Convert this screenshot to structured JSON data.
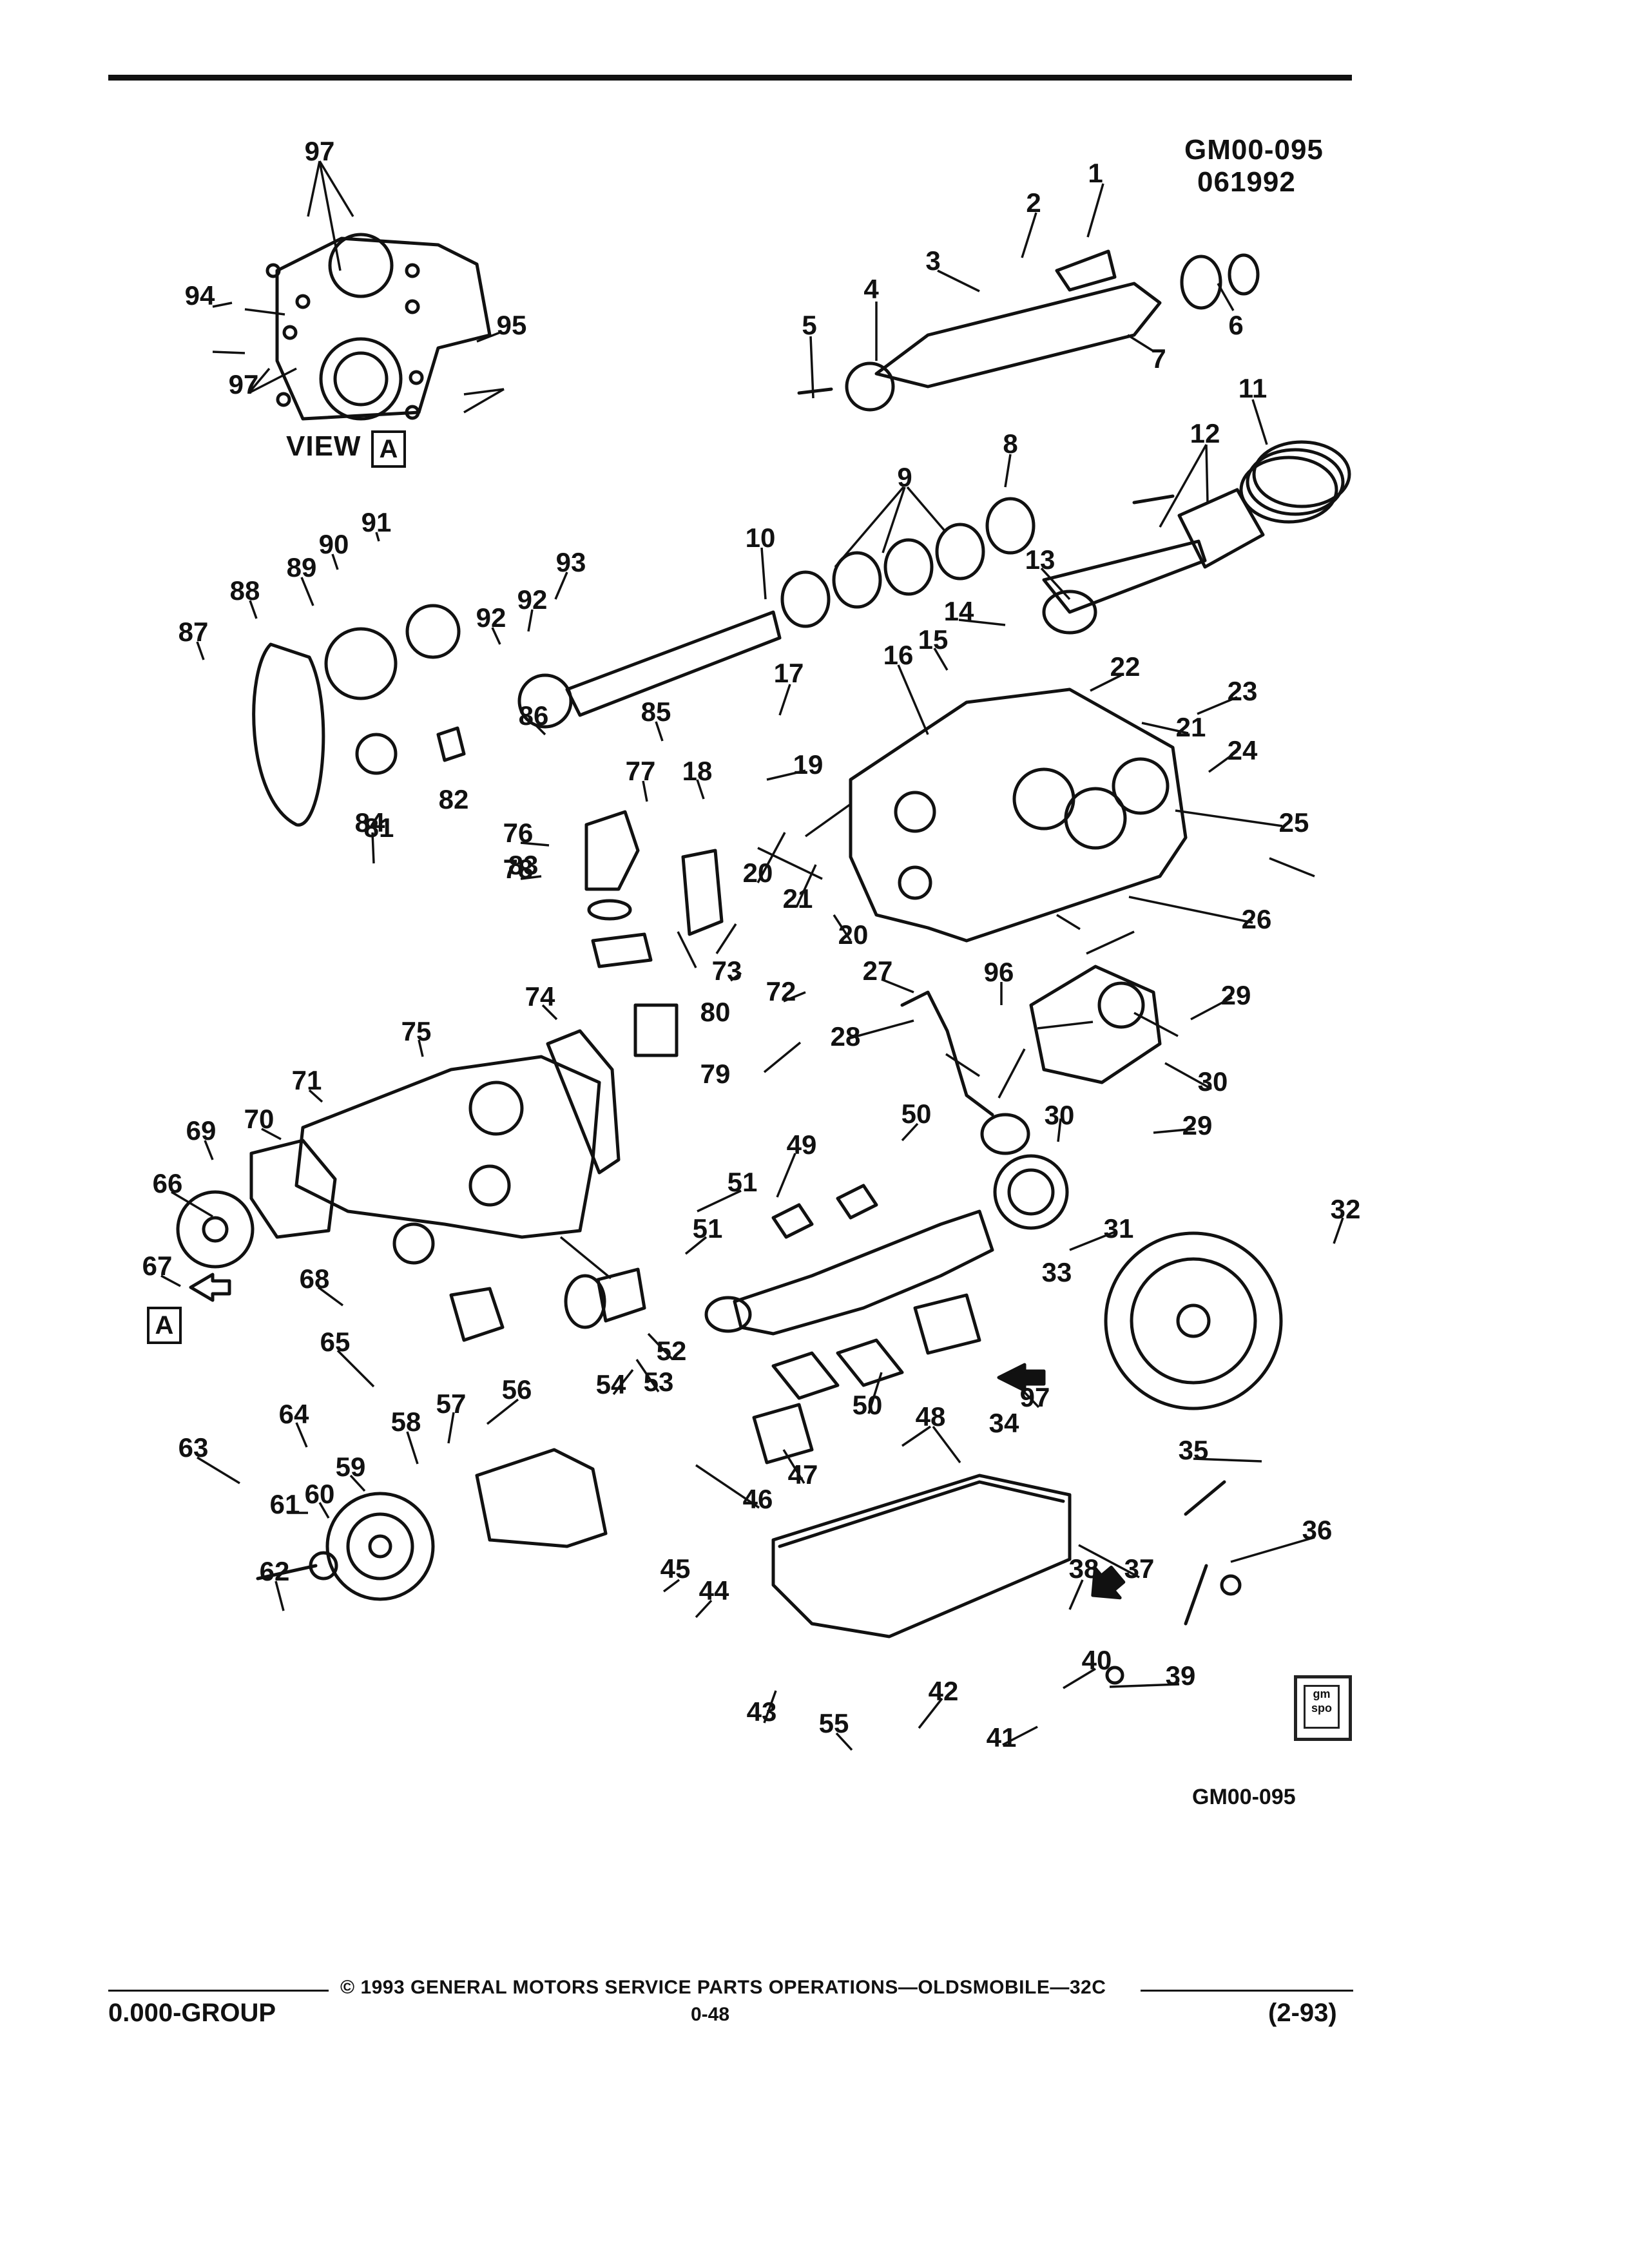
{
  "header": {
    "code": "GM00-095",
    "date": "061992"
  },
  "view_a": {
    "label": "VIEW",
    "box_letter": "A"
  },
  "arrow_a_letter": "A",
  "callouts": [
    "1",
    "2",
    "3",
    "4",
    "5",
    "6",
    "7",
    "8",
    "9",
    "10",
    "11",
    "12",
    "13",
    "14",
    "15",
    "16",
    "17",
    "18",
    "19",
    "20",
    "20",
    "21",
    "21",
    "22",
    "23",
    "24",
    "25",
    "26",
    "27",
    "28",
    "29",
    "29",
    "30",
    "30",
    "31",
    "32",
    "33",
    "34",
    "35",
    "36",
    "37",
    "38",
    "39",
    "40",
    "41",
    "42",
    "43",
    "44",
    "45",
    "46",
    "47",
    "48",
    "49",
    "50",
    "50",
    "51",
    "51",
    "52",
    "53",
    "54",
    "55",
    "56",
    "57",
    "58",
    "59",
    "60",
    "61",
    "62",
    "63",
    "64",
    "65",
    "66",
    "67",
    "68",
    "69",
    "70",
    "71",
    "72",
    "73",
    "74",
    "75",
    "76",
    "77",
    "78",
    "79",
    "80",
    "81",
    "82",
    "83",
    "84",
    "85",
    "86",
    "87",
    "88",
    "89",
    "90",
    "91",
    "92",
    "92",
    "93",
    "94",
    "95",
    "96",
    "97",
    "97",
    "97"
  ],
  "figure_code": "GM00-095",
  "badge": {
    "line1": "gm",
    "line2": "spo"
  },
  "footer": {
    "copyright": "© 1993 GENERAL MOTORS SERVICE PARTS OPERATIONS—OLDSMOBILE—32C",
    "group": "0.000-GROUP",
    "page": "0-48",
    "revision": "(2-93)"
  }
}
